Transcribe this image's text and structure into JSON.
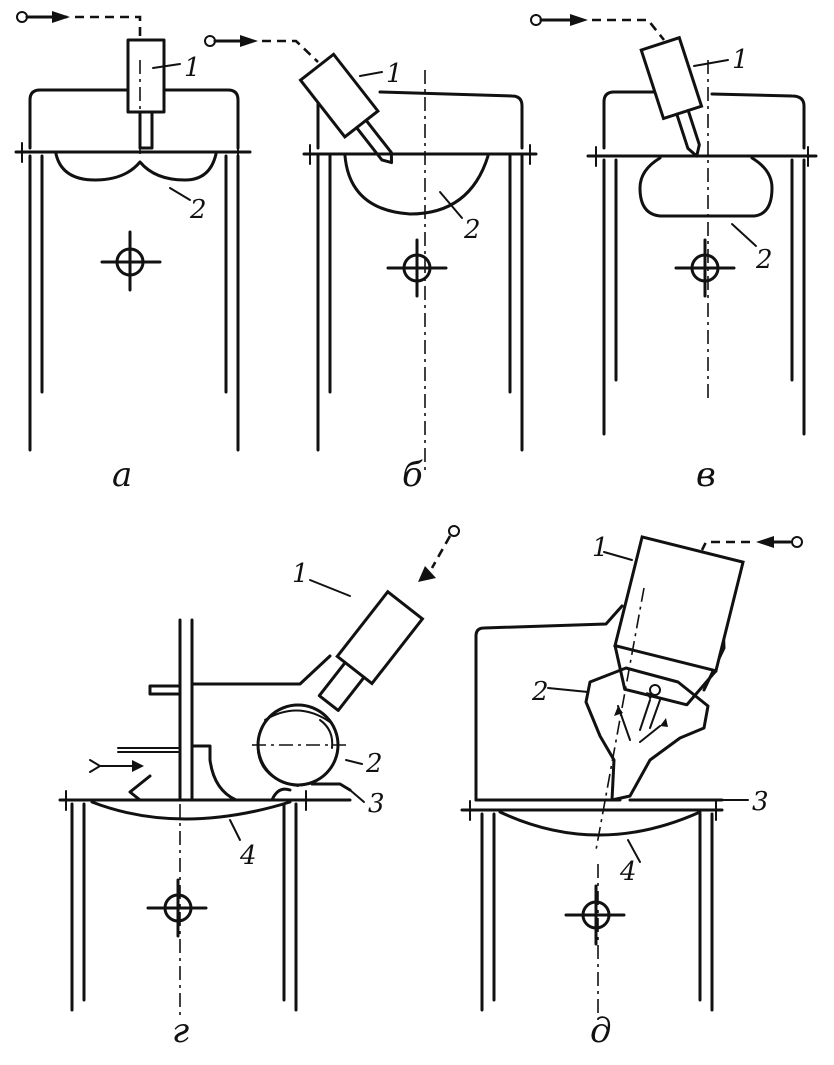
{
  "diagram": {
    "panels": [
      {
        "id": "a",
        "caption": "а",
        "labels": [
          "1",
          "2"
        ]
      },
      {
        "id": "b",
        "caption": "б",
        "labels": [
          "1",
          "2"
        ]
      },
      {
        "id": "v",
        "caption": "в",
        "labels": [
          "1",
          "2"
        ]
      },
      {
        "id": "g",
        "caption": "г",
        "labels": [
          "1",
          "2",
          "3",
          "4"
        ]
      },
      {
        "id": "d",
        "caption": "д",
        "labels": [
          "1",
          "2",
          "3",
          "4"
        ]
      }
    ]
  },
  "colors": {
    "ink": "#111111",
    "paper": "#ffffff"
  }
}
